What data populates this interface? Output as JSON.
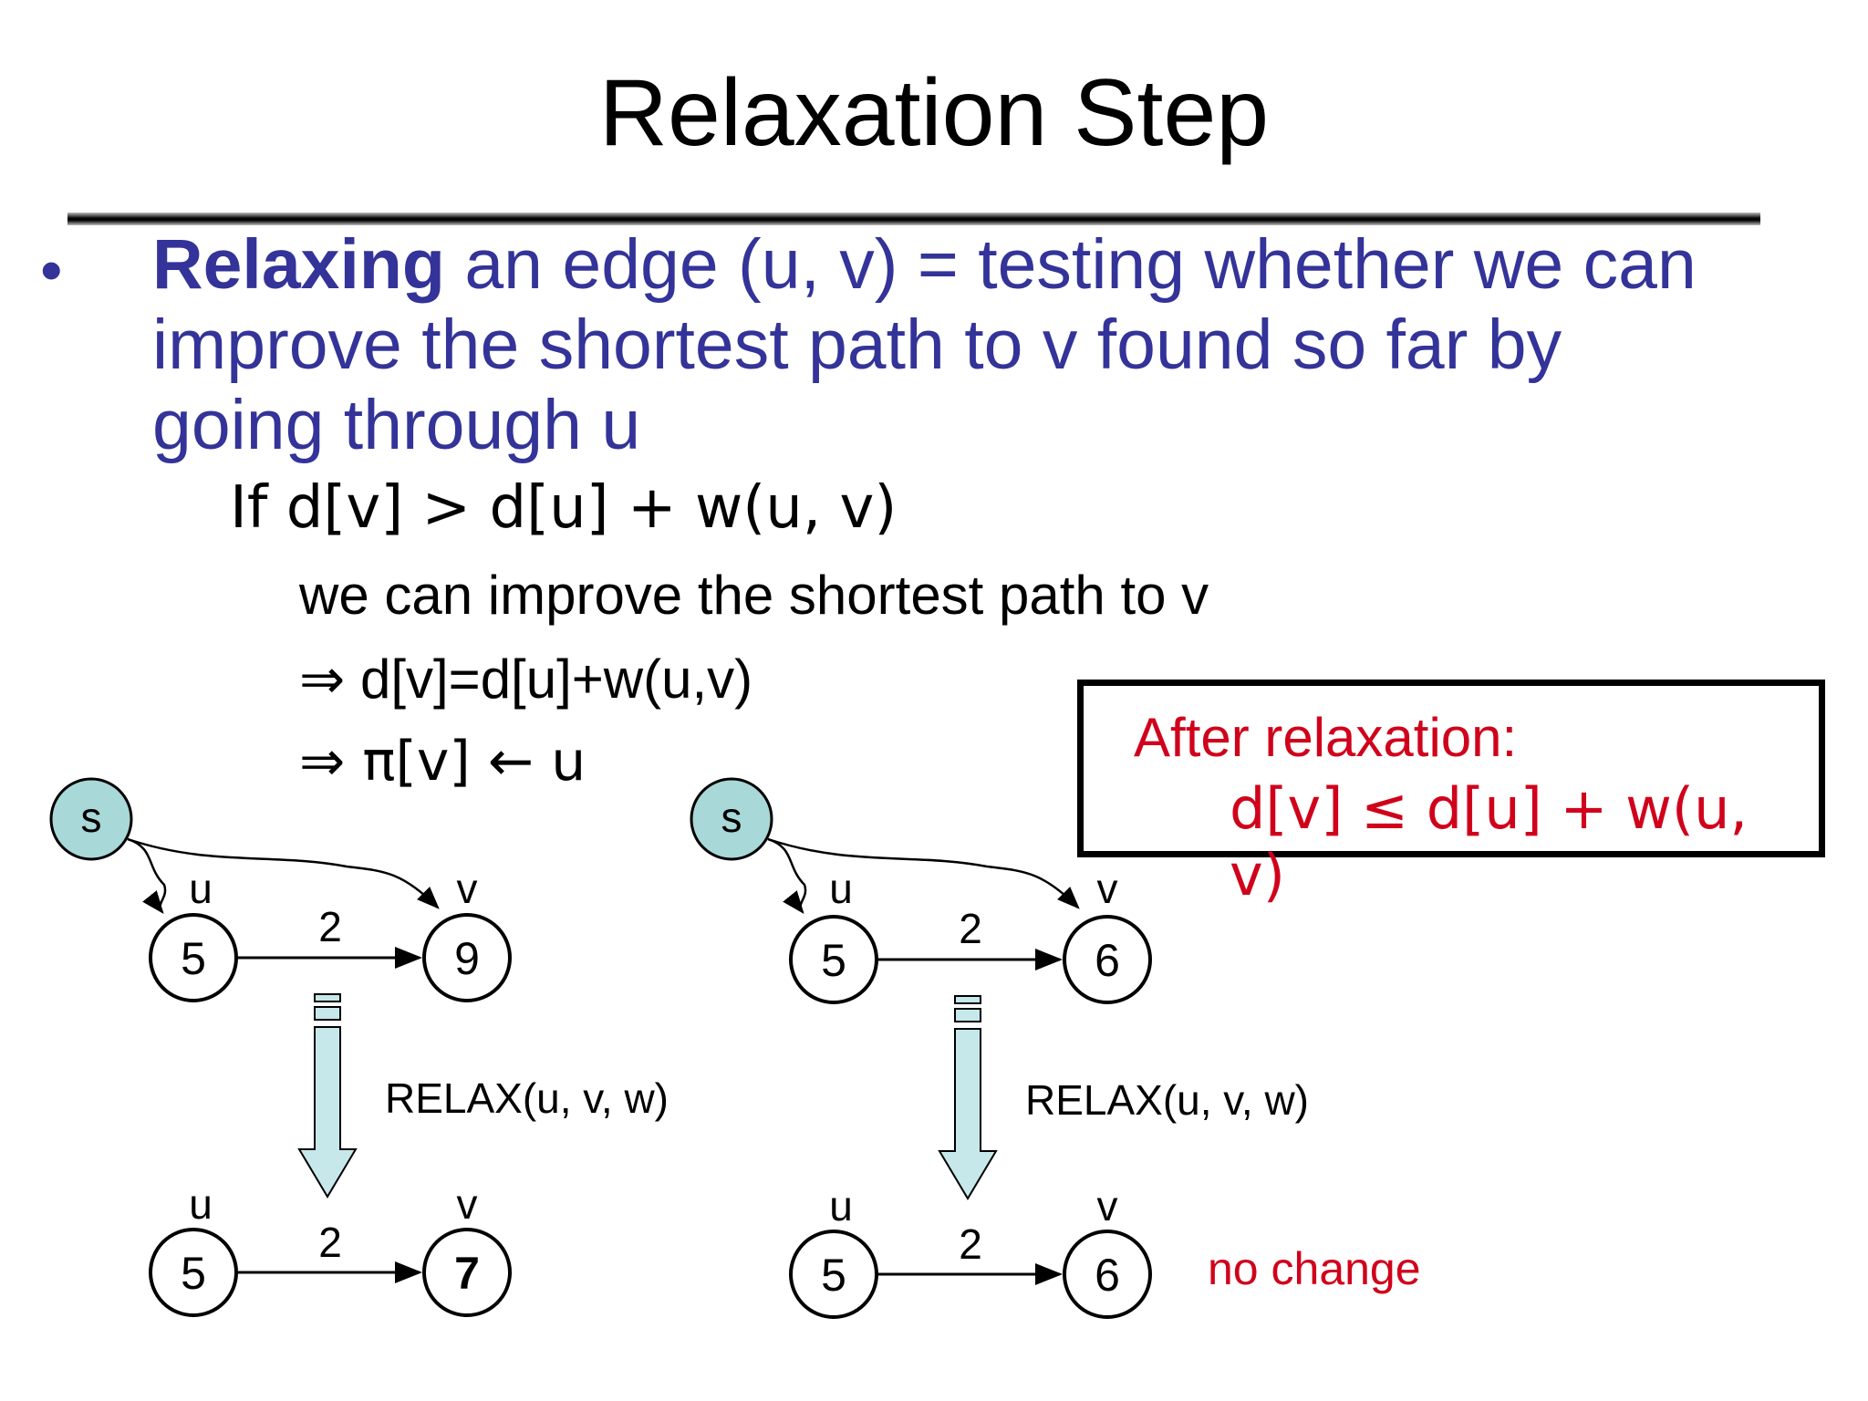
{
  "title": "Relaxation Step",
  "bullet": {
    "marker": "•",
    "bold": "Relaxing",
    "rest": " an edge (u, v) = testing whether we can improve the shortest path to v found so far by going through u"
  },
  "condition": "If d[v] > d[u] + w(u, v)",
  "lines": {
    "improve": "we can improve the shortest path to v",
    "update_d": "⇒ d[v]=d[u]+w(u,v)",
    "update_pi": "⇒ π[v] ← u"
  },
  "box": {
    "line1": "After relaxation:",
    "line2": "d[v] ≤ d[u] + w(u, v)"
  },
  "diagram_left": {
    "source": "s",
    "u_label": "u",
    "v_label": "v",
    "edge_weight": "2",
    "before_u": "5",
    "before_v": "9",
    "relax": "RELAX(u, v, w)",
    "after_u": "5",
    "after_v": "7"
  },
  "diagram_right": {
    "source": "s",
    "u_label": "u",
    "v_label": "v",
    "edge_weight": "2",
    "before_u": "5",
    "before_v": "6",
    "relax": "RELAX(u, v, w)",
    "after_u": "5",
    "after_v": "6"
  },
  "no_change": "no change",
  "colors": {
    "bullet_text": "#333399",
    "highlight": "#d0021b",
    "source_node_fill": "#a8d8d8",
    "arrow_fill": "#c7e8ea"
  }
}
